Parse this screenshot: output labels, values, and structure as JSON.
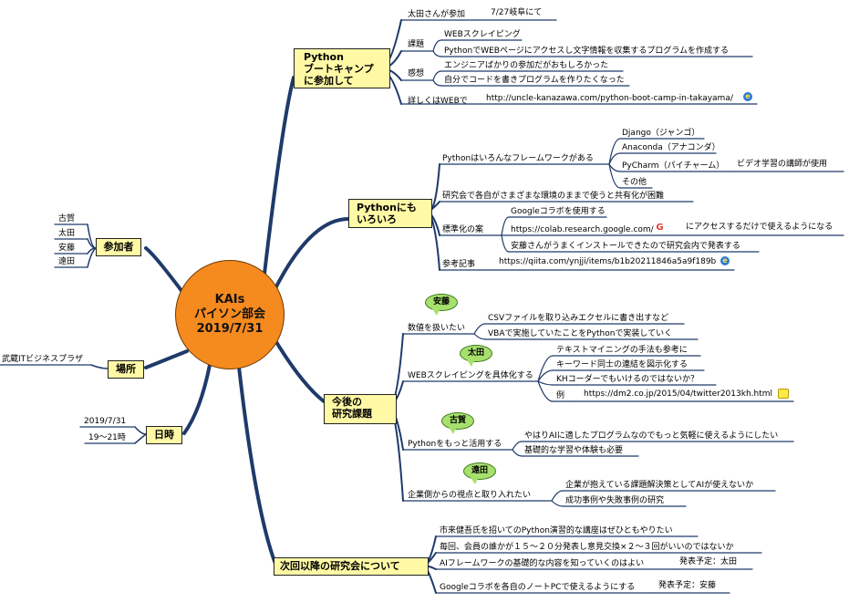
{
  "center": {
    "line1": "KAIs",
    "line2": "パイソン部会",
    "line3": "2019/7/31"
  },
  "branches": {
    "bootcamp": {
      "title": [
        "Python",
        "ブートキャンプ",
        "に参加して"
      ],
      "items": {
        "participant": "太田さんが参加",
        "participant_note": "7/27岐阜にて",
        "topic": "課題",
        "topic_1": "WEBスクレイピング",
        "topic_2": "PythonでWEBページにアクセスし文字情報を収集するプログラムを作成する",
        "impression": "感想",
        "impression_1": "エンジニアばかりの参加だがおもしろかった",
        "impression_2": "自分でコードを書きプログラムを作りたくなった",
        "details": "詳しくはWEBで",
        "details_url": "http://uncle-kanazawa.com/python-boot-camp-in-takayama/"
      }
    },
    "python_various": {
      "title": [
        "Pythonにも",
        "いろいろ"
      ],
      "items": {
        "frameworks": "Pythonはいろんなフレームワークがある",
        "fw_1": "Django（ジャンゴ）",
        "fw_2": "Anaconda（アナコンダ）",
        "fw_3": "PyCharm（パイチャーム）",
        "fw_3_note": "ビデオ学習の講師が使用",
        "fw_4": "その他",
        "env_issue": "研究会で各自がさまざまな環境のままで使うと共有化が困難",
        "standard": "標準化の案",
        "std_1": "Googleコラボを使用する",
        "std_2": "https://colab.research.google.com/",
        "std_2_note": "にアクセスするだけで使えるようになる",
        "std_3": "安藤さんがうまくインストールできたので研究会内で発表する",
        "reference": "参考記事",
        "reference_url": "https://qiita.com/ynjji/items/b1b20211846a5a9f189b"
      }
    },
    "participants": {
      "title": "参加者",
      "names": [
        "古賀",
        "太田",
        "安藤",
        "遠田"
      ]
    },
    "place": {
      "title": "場所",
      "value": "武蔵ITビジネスプラザ"
    },
    "datetime": {
      "title": "日時",
      "date": "2019/7/31",
      "time": "19～21時"
    },
    "future": {
      "title": [
        "今後の",
        "研究課題"
      ],
      "items": {
        "numbers": "数値を扱いたい",
        "numbers_tag": "安藤",
        "numbers_1": "CSVファイルを取り込みエクセルに書き出すなど",
        "numbers_2": "VBAで実施していたことをPythonで実装していく",
        "scraping": "WEBスクレイピングを具体化する",
        "scraping_tag": "太田",
        "scraping_1": "テキストマイニングの手法も参考に",
        "scraping_2": "キーワード同士の連結を図示化する",
        "scraping_3": "KHコーダーでもいけるのではないか？",
        "scraping_4": "例",
        "scraping_4_url": "https://dm2.co.jp/2015/04/twitter2013kh.html",
        "more_python": "Pythonをもっと活用する",
        "more_python_tag": "古賀",
        "more_python_1": "やはりAIに適したプログラムなのでもっと気軽に使えるようにしたい",
        "more_python_2": "基礎的な学習や体験も必要",
        "company": "企業側からの視点と取り入れたい",
        "company_tag": "遠田",
        "company_1": "企業が抱えている課題解決策としてAIが使えないか",
        "company_2": "成功事例や失敗事例の研究"
      }
    },
    "next": {
      "title": "次回以降の研究会について",
      "items": {
        "n1": "市来健吾氏を招いてのPython演習的な講座はぜひともやりたい",
        "n2": "毎回、会員の誰かが１５～２０分発表し意見交換×２～３回がいいのではないか",
        "n3": "AIフレームワークの基礎的な内容を知っていくのはよい",
        "n3_note": "発表予定：太田",
        "n4": "Googleコラボを各自のノートPCで使えるようにする",
        "n4_note": "発表予定：安藤"
      }
    }
  },
  "colors": {
    "center": "#f58a1f",
    "box": "#fff9a6",
    "link": "#1f3a6a",
    "tag": "#a7e06d"
  },
  "icons": [
    "ie-icon",
    "google-icon",
    "memo-icon"
  ]
}
